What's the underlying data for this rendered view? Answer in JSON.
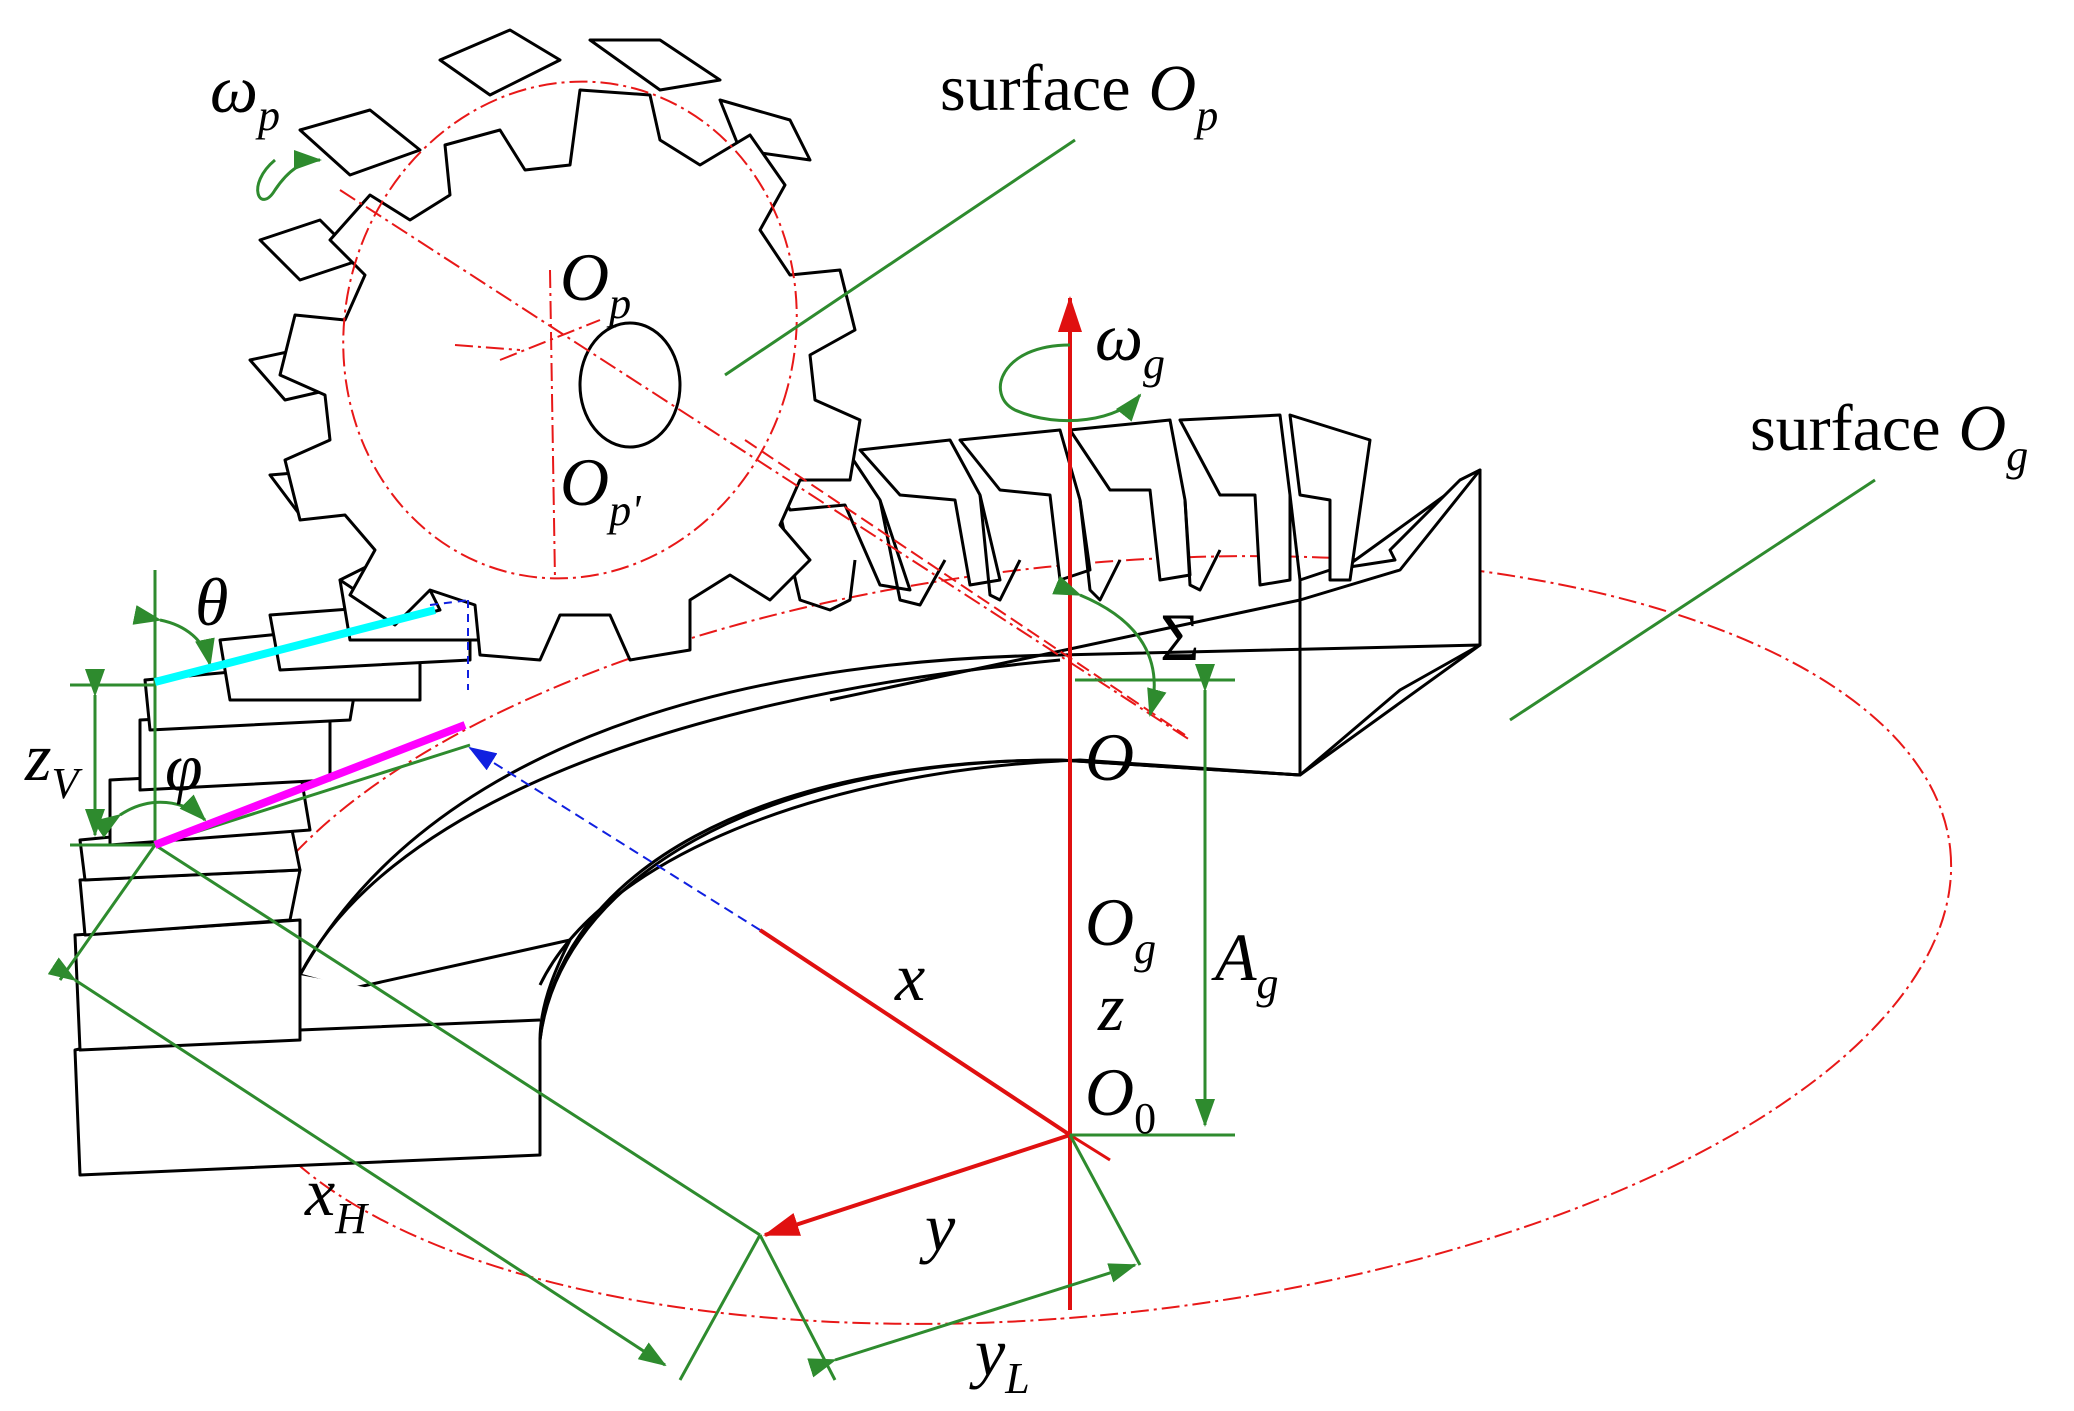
{
  "labels": {
    "omega_p": {
      "base": "ω",
      "sub": "p"
    },
    "surface_Op": {
      "word": "surface",
      "base": "O",
      "sub": "p"
    },
    "Op": {
      "base": "O",
      "sub": "p"
    },
    "Op_prime": {
      "base": "O",
      "sub": "p'"
    },
    "omega_g": {
      "base": "ω",
      "sub": "g"
    },
    "surface_Og": {
      "word": "surface",
      "base": "O",
      "sub": "g"
    },
    "theta": "θ",
    "sigma": "Σ",
    "zV": {
      "base": "z",
      "sub": "V"
    },
    "phi": "φ",
    "O": "O",
    "Og": {
      "base": "O",
      "sub": "g"
    },
    "Ag": {
      "base": "A",
      "sub": "g"
    },
    "x": "x",
    "z": "z",
    "O0": {
      "base": "O",
      "sub": "0"
    },
    "xH": {
      "base": "x",
      "sub": "H"
    },
    "y": "y",
    "yL": {
      "base": "y",
      "sub": "L"
    }
  },
  "colors": {
    "outline": "#000000",
    "dimension_green": "#2e8b2e",
    "axis_red": "#e01010",
    "pitch_dashdot_red": "#e81818",
    "projection_blue": "#1020e0",
    "theta_line_cyan": "#00ffff",
    "phi_line_magenta": "#ff00ff"
  },
  "icons": {
    "rotation_arrow_pinion": "curved-rotation-arrow-icon",
    "rotation_arrow_gear": "curved-rotation-arrow-icon"
  }
}
